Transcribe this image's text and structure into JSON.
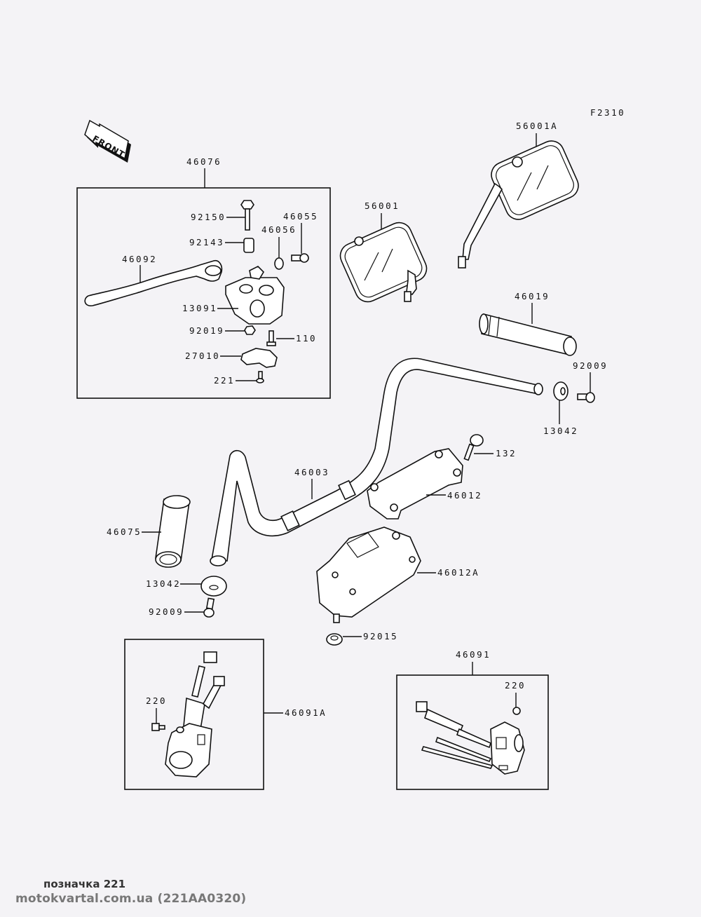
{
  "diagram": {
    "title_code": "F2310",
    "front_arrow_label": "FRONT",
    "groups": {
      "clutch_lever_assembly": "46076",
      "left_switch_assembly": "46091A",
      "right_switch_assembly": "46091"
    },
    "labels": {
      "p46076": "46076",
      "p92150": "92150",
      "p46055": "46055",
      "p46056": "46056",
      "p92143": "92143",
      "p46092": "46092",
      "p13091": "13091",
      "p92019": "92019",
      "p110": "110",
      "p27010": "27010",
      "p221": "221",
      "p56001": "56001",
      "p56001A": "56001A",
      "p46019": "46019",
      "p92009_right": "92009",
      "p13042_right": "13042",
      "p132": "132",
      "p46003": "46003",
      "p46012": "46012",
      "p46075": "46075",
      "p13042_left": "13042",
      "p92009_left": "92009",
      "p46012A": "46012A",
      "p92015": "92015",
      "p220_left": "220",
      "p46091A": "46091A",
      "p46091": "46091",
      "p220_right": "220"
    }
  },
  "footer": {
    "line1": "позначка 221",
    "line2": "motokvartal.com.ua (221AA0320)"
  }
}
